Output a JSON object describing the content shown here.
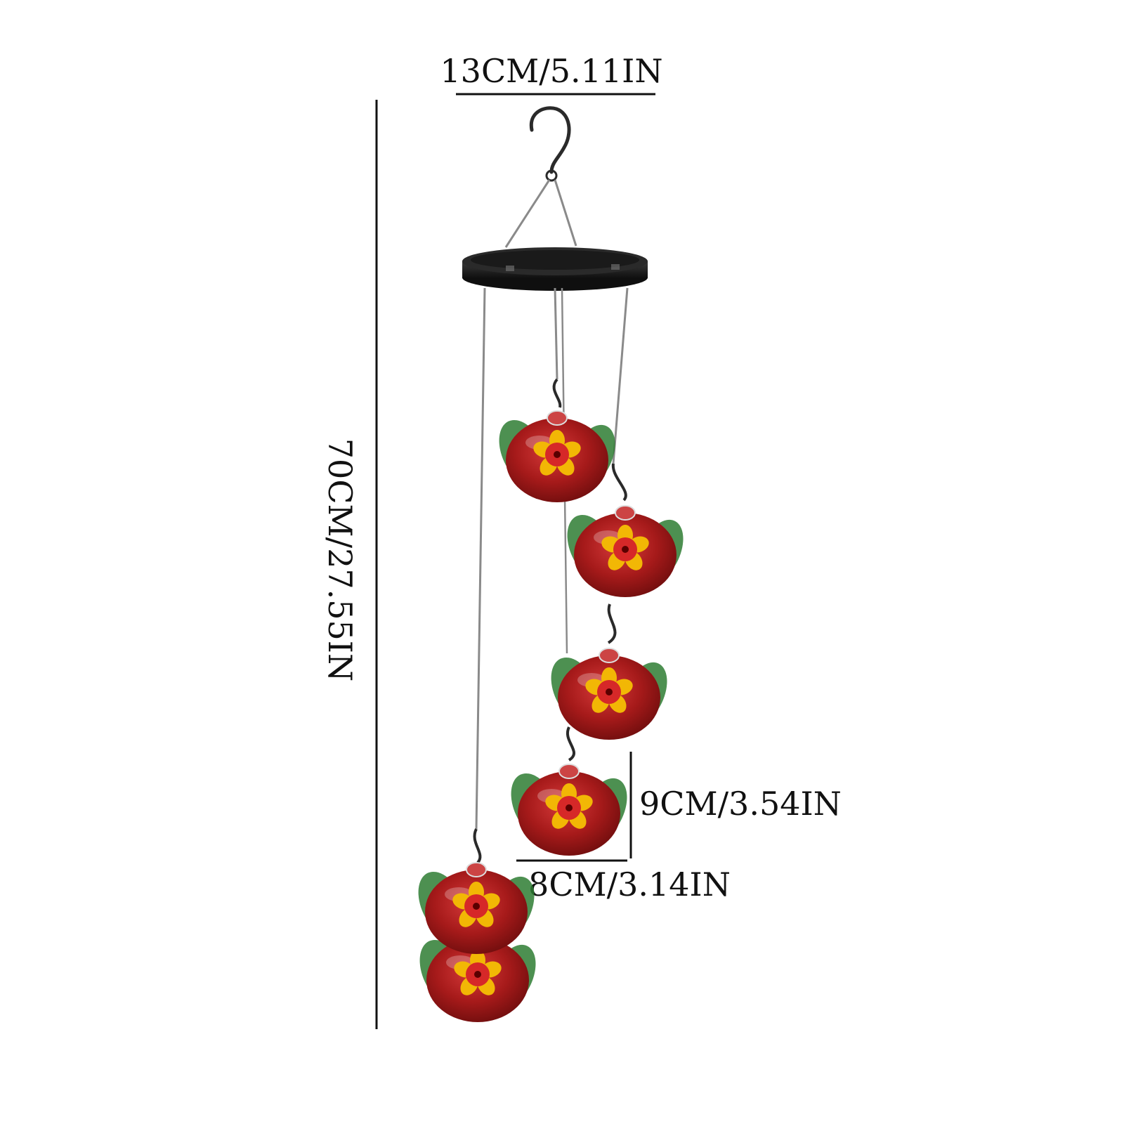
{
  "dimensions": {
    "top_width": "13CM/5.11IN",
    "total_height": "70CM/27.55IN",
    "feeder_height": "9CM/3.54IN",
    "feeder_width": "8CM/3.14IN"
  },
  "colors": {
    "background": "#ffffff",
    "line": "#111111",
    "feeder_red": "#a61a1a",
    "feeder_green": "#2e7d32",
    "flower_yellow": "#f2b705",
    "flower_red": "#d62828",
    "tray": "#1b1b1b",
    "wire": "#8a8a8a"
  },
  "product": {
    "feeder_count": 6,
    "icon": "hummingbird-feeder-mobile"
  }
}
